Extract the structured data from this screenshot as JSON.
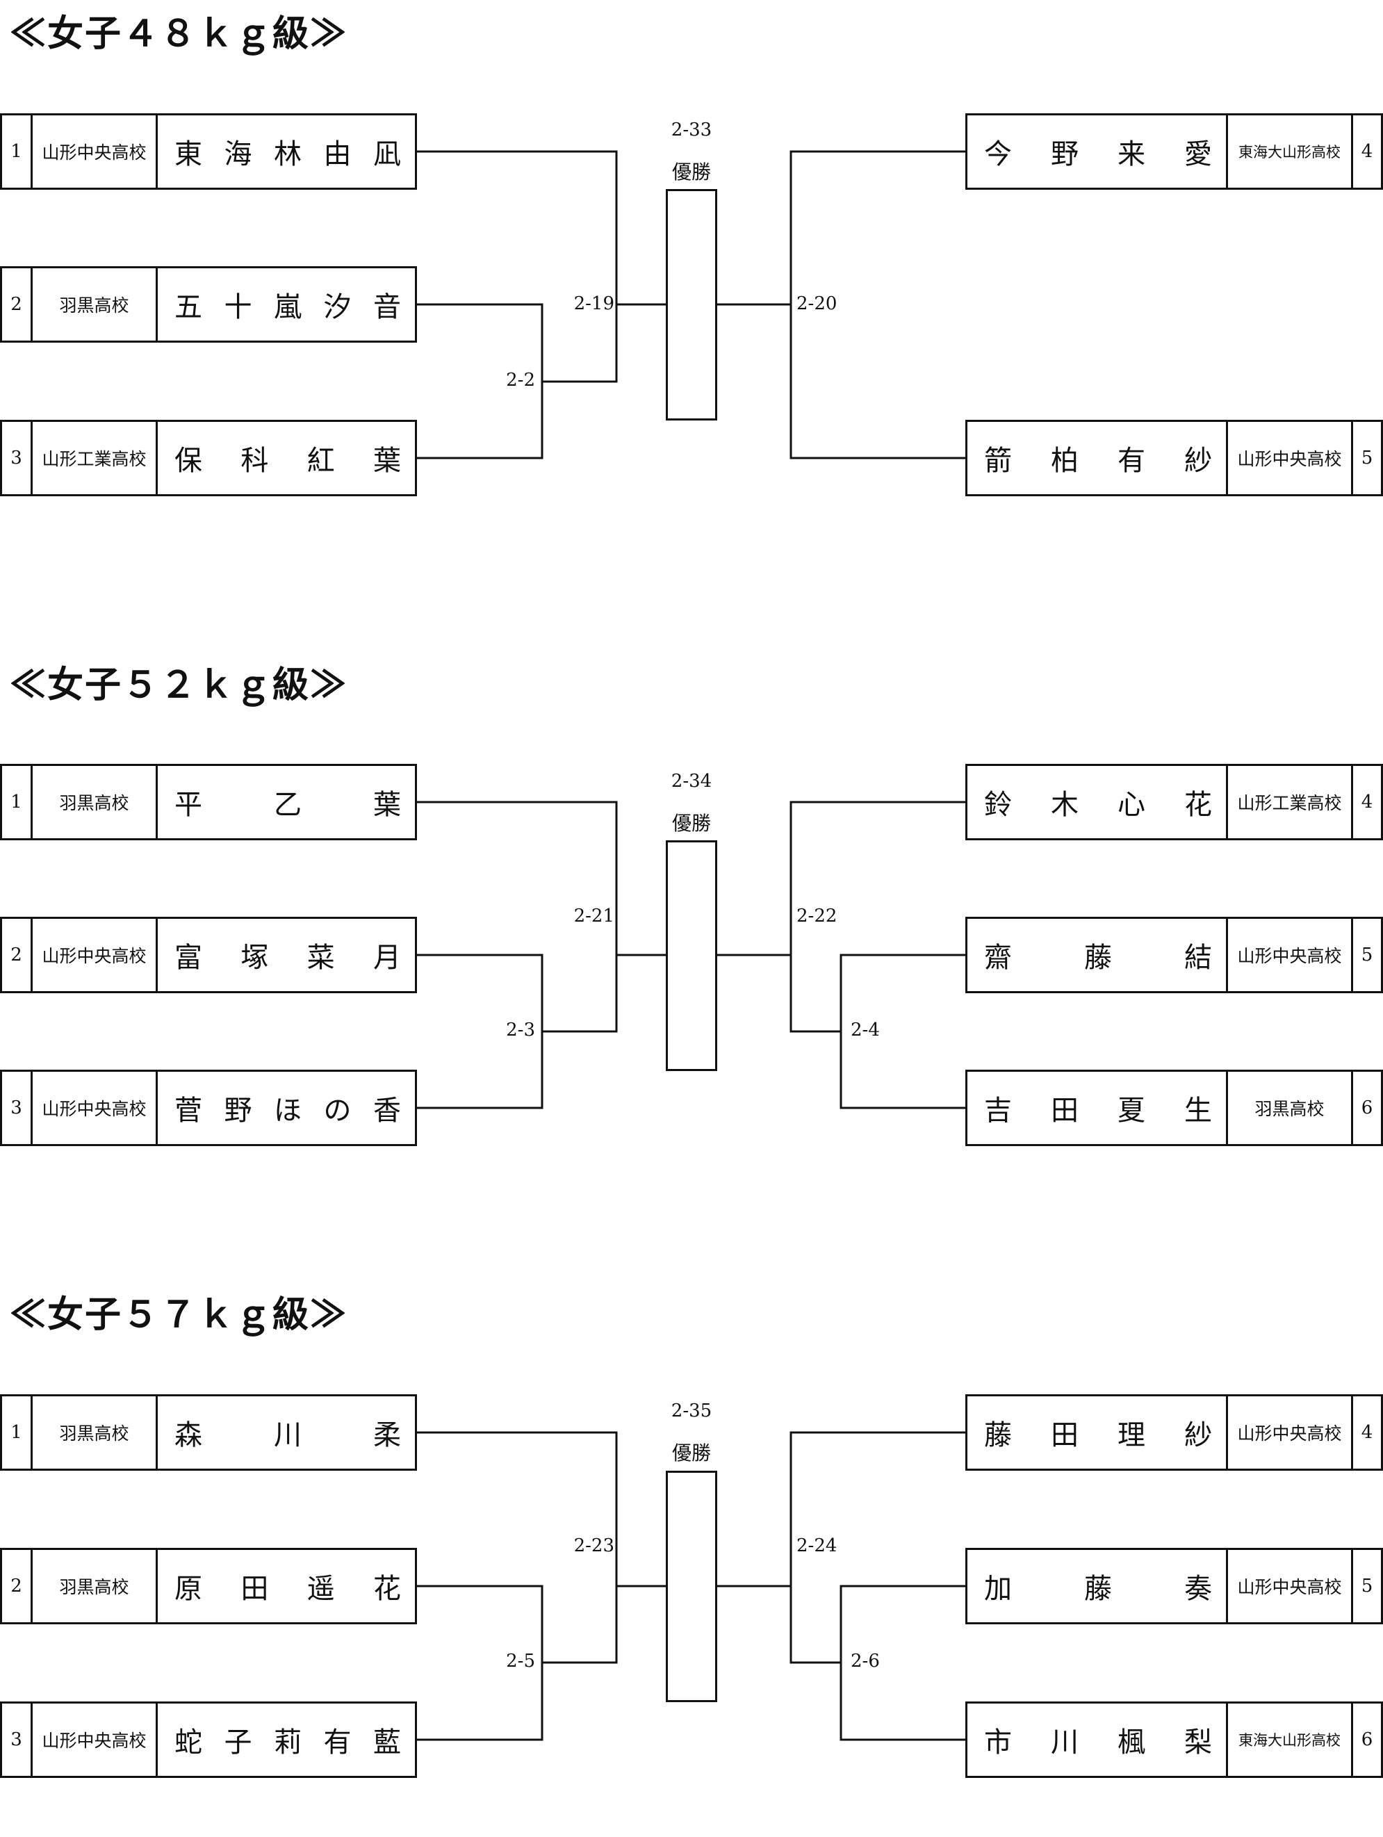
{
  "divisions": [
    {
      "title": "≪女子４８ｋｇ級≫",
      "left": [
        {
          "seed": "1",
          "school": "山形中央高校",
          "name": "東 海 林 由 凪"
        },
        {
          "seed": "2",
          "school": "羽黒高校",
          "name": "五 十 嵐 汐 音"
        },
        {
          "seed": "3",
          "school": "山形工業高校",
          "name": "保 科 紅 葉"
        }
      ],
      "right": [
        {
          "seed": "4",
          "school": "東海大山形高校",
          "name": "今 野 来 愛"
        },
        {
          "seed": "5",
          "school": "山形中央高校",
          "name": "箭 柏 有 紗"
        }
      ],
      "matches": {
        "left_first": "2-2",
        "left_semi": "2-19",
        "right_first": "",
        "right_semi": "2-20",
        "final": "2-33"
      },
      "final_label": "優勝"
    },
    {
      "title": "≪女子５２ｋｇ級≫",
      "left": [
        {
          "seed": "1",
          "school": "羽黒高校",
          "name": "平 乙 葉"
        },
        {
          "seed": "2",
          "school": "山形中央高校",
          "name": "富 塚 菜 月"
        },
        {
          "seed": "3",
          "school": "山形中央高校",
          "name": "菅 野 ほ の 香"
        }
      ],
      "right": [
        {
          "seed": "4",
          "school": "山形工業高校",
          "name": "鈴 木 心 花"
        },
        {
          "seed": "5",
          "school": "山形中央高校",
          "name": "齋 藤 結"
        },
        {
          "seed": "6",
          "school": "羽黒高校",
          "name": "吉 田 夏 生"
        }
      ],
      "matches": {
        "left_first": "2-3",
        "left_semi": "2-21",
        "right_first": "2-4",
        "right_semi": "2-22",
        "final": "2-34"
      },
      "final_label": "優勝"
    },
    {
      "title": "≪女子５７ｋｇ級≫",
      "left": [
        {
          "seed": "1",
          "school": "羽黒高校",
          "name": "森 川 柔"
        },
        {
          "seed": "2",
          "school": "羽黒高校",
          "name": "原 田 遥 花"
        },
        {
          "seed": "3",
          "school": "山形中央高校",
          "name": "蛇 子 莉 有 藍"
        }
      ],
      "right": [
        {
          "seed": "4",
          "school": "山形中央高校",
          "name": "藤 田 理 紗"
        },
        {
          "seed": "5",
          "school": "山形中央高校",
          "name": "加 藤 奏"
        },
        {
          "seed": "6",
          "school": "東海大山形高校",
          "name": "市 川 楓 梨"
        }
      ],
      "matches": {
        "left_first": "2-5",
        "left_semi": "2-23",
        "right_first": "2-6",
        "right_semi": "2-24",
        "final": "2-35"
      },
      "final_label": "優勝"
    }
  ]
}
